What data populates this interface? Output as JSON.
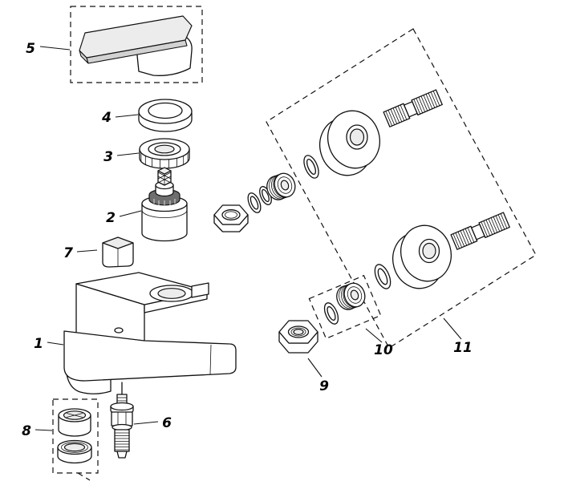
{
  "diagram": {
    "parts": [
      {
        "label": "1"
      },
      {
        "label": "2"
      },
      {
        "label": "3"
      },
      {
        "label": "4"
      },
      {
        "label": "5"
      },
      {
        "label": "6"
      },
      {
        "label": "7"
      },
      {
        "label": "8"
      },
      {
        "label": "9"
      },
      {
        "label": "10"
      },
      {
        "label": "11"
      }
    ],
    "colors": {
      "line": "#111111",
      "background": "#ffffff",
      "fill": "#ffffff",
      "shade_light": "#ececec",
      "shade_mid": "#d2d2d2",
      "shade_dark": "#6e6e6e"
    }
  }
}
